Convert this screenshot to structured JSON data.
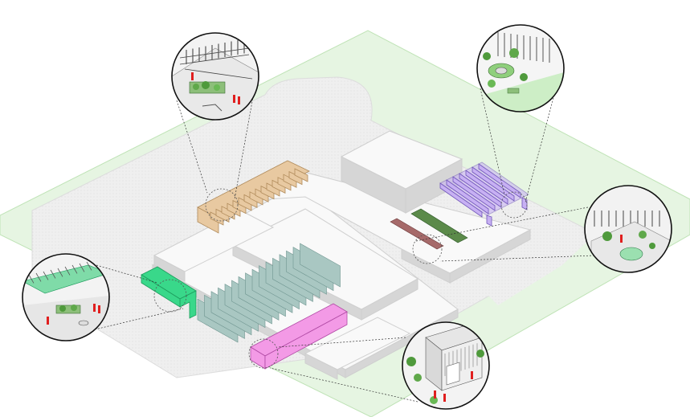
{
  "diagram": {
    "kind": "axonometric-site-plan",
    "colors": {
      "landscape": "#e6f5e2",
      "landscape_stroke": "#bfe3b6",
      "plaza": "#eeeeee",
      "building_top": "#f9f9f9",
      "building_side": "#d6d6d6",
      "building_edge": "#cfcfcf",
      "wood_pergola": "#e8c9a1",
      "glass_fins": "#a9c7c2",
      "green_canopy": "#39d88a",
      "magenta_volume": "#f39ae6",
      "violet_pergola": "#c7b0f3",
      "planter_green": "#5b8a4a",
      "planter_red": "#a66a6a",
      "human_figure": "#e01f1f",
      "detail_stroke": "#333333"
    },
    "callouts": [
      {
        "id": "wood-pergola-detail"
      },
      {
        "id": "violet-pergola-garden-detail"
      },
      {
        "id": "planter-courtyard-detail"
      },
      {
        "id": "green-canopy-detail"
      },
      {
        "id": "magenta-entrance-detail"
      }
    ]
  }
}
